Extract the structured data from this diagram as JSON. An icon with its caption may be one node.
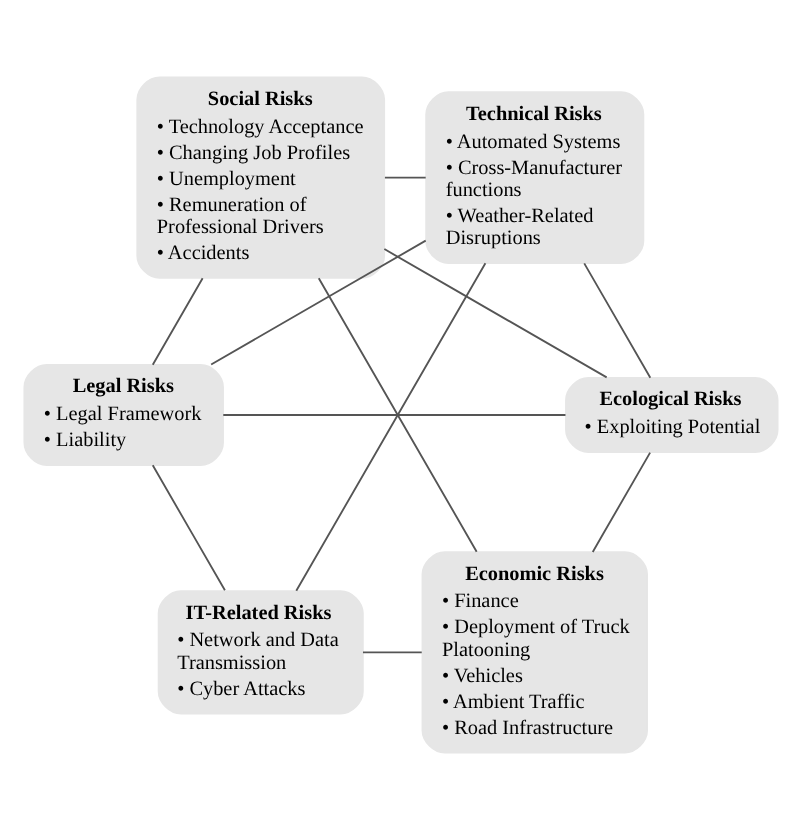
{
  "diagram": {
    "nodes": [
      {
        "text": [
          "Economic Risks",
          "• Finance",
          "• Deployment of Truck Platooning",
          "• Vehicles",
          "• Ambient Traffic",
          "• Road Infrastructure"
        ]
      },
      {
        "text": [
          "Ecological Risks",
          "• Exploiting Potential"
        ]
      },
      {
        "text": [
          "Social Risks",
          "• Technology Acceptance",
          "• Changing Job Profiles",
          "• Unemployment",
          "• Remuneration of Professional Drivers",
          "• Accidents"
        ]
      },
      {
        "text": [
          "Technical Risks",
          "• Automated Systems",
          "• Cross-Manufacturer functions",
          "• Weather-Related Disruptions"
        ]
      },
      {
        "text": [
          "Legal Risks",
          "• Legal Framework",
          "• Liability"
        ]
      },
      {
        "text": [
          "IT-Related Risks",
          "• Network and Data Transmission",
          "• Cyber Attacks"
        ]
      }
    ],
    "edges": [
      {
        "from": 0,
        "to": 2,
        "arrow": "none"
      },
      {
        "from": 2,
        "to": 4,
        "arrow": "none"
      },
      {
        "from": 4,
        "to": 5,
        "arrow": "none"
      },
      {
        "from": 5,
        "to": 3,
        "arrow": "none"
      },
      {
        "from": 3,
        "to": 1,
        "arrow": "none"
      },
      {
        "from": 1,
        "to": 0,
        "arrow": "none"
      },
      {
        "from": 0,
        "to": 5,
        "arrow": "none"
      },
      {
        "from": 1,
        "to": 2,
        "arrow": "none"
      },
      {
        "from": 3,
        "to": 4,
        "arrow": "none"
      },
      {
        "from": 1,
        "to": 4,
        "arrow": "none"
      },
      {
        "from": 2,
        "to": 3,
        "arrow": "none"
      }
    ]
  }
}
